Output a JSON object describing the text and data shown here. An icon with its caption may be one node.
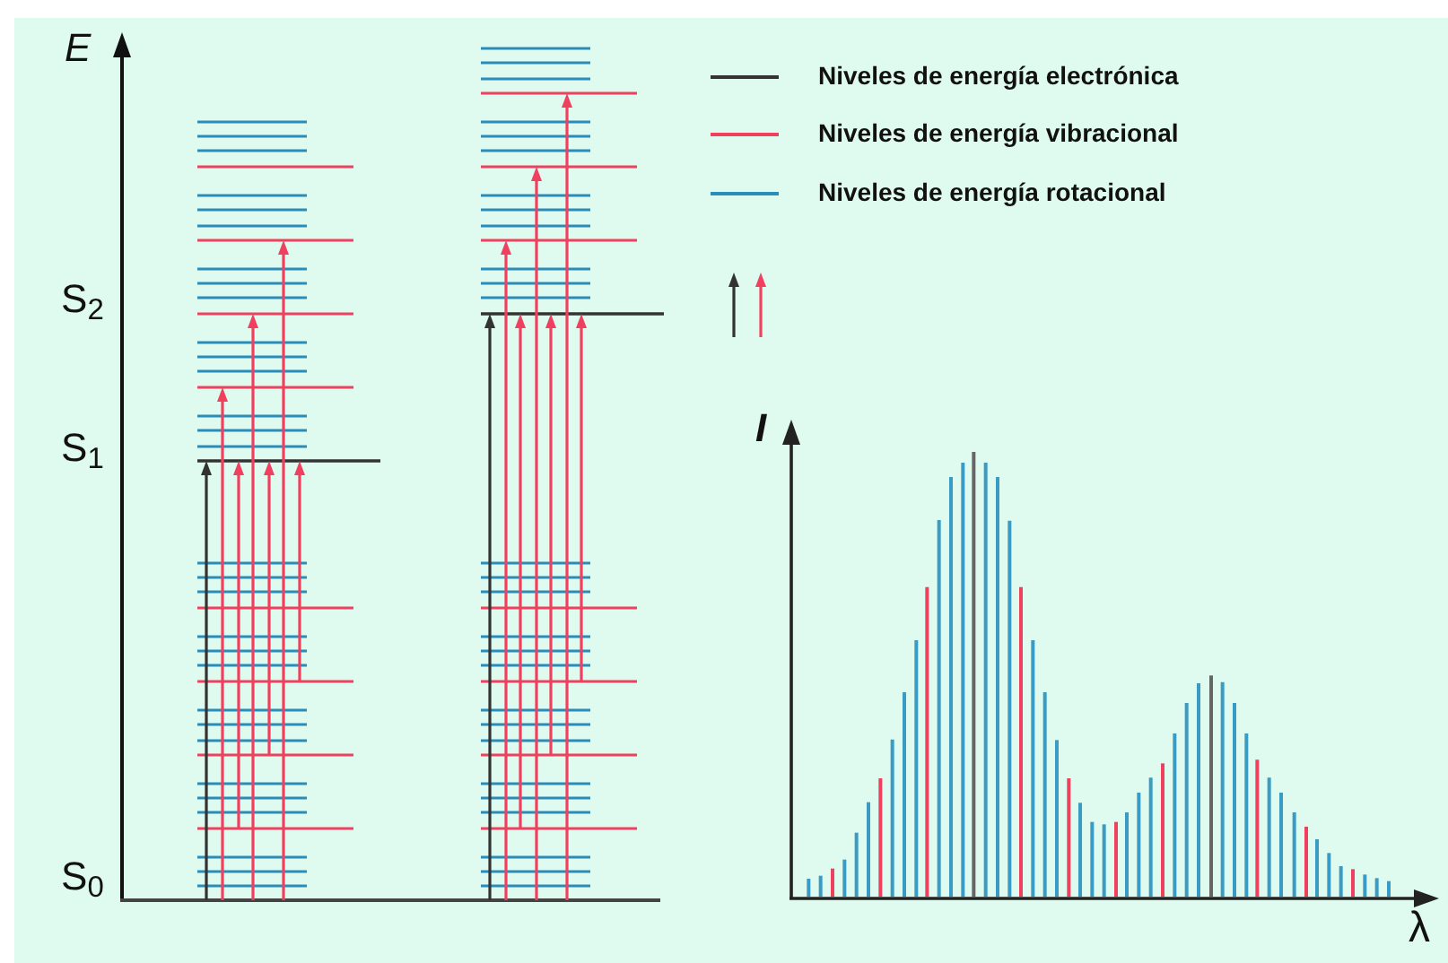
{
  "diagram": {
    "labels": [
      "E",
      "S$_{2}$",
      "S$_{1}$",
      "I",
      "S$_{0}$",
      "λ"
    ],
    "legend": [
      {
        "text": "Niveles de energía electrónica"
      },
      {
        "text": "Niveles de energía vibracional"
      },
      {
        "text": "Niveles de energía rotacional"
      }
    ]
  }
}
